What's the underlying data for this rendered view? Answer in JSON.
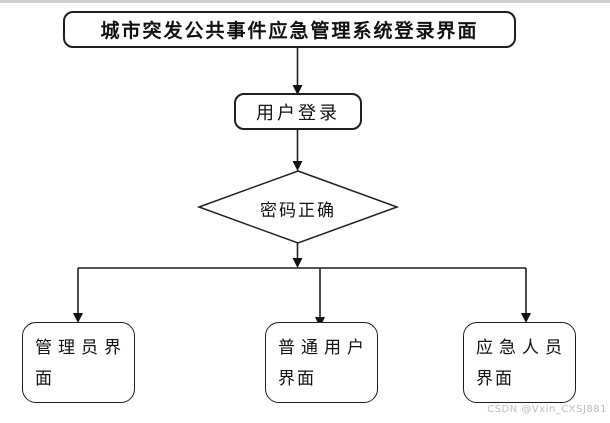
{
  "colors": {
    "background": "#ffffff",
    "line": "#1f1f1f",
    "node_border": "#1f1f1f",
    "node_fill": "#ffffff",
    "top_strip": "#d0d0d0",
    "watermark_text": "#bdbdbd"
  },
  "flowchart": {
    "nodes": {
      "title": "城市突发公共事件应急管理系统登录界面",
      "login": "用户登录",
      "decision": "密码正确"
    },
    "branches": [
      {
        "label": "管理员界面",
        "lines": [
          "管理员界",
          "面"
        ]
      },
      {
        "label": "普通用户界面",
        "lines": [
          "普通用户",
          "界面"
        ]
      },
      {
        "label": "应急人员界面",
        "lines": [
          "应急人员",
          "界面"
        ]
      }
    ]
  },
  "watermark": {
    "text": "CSDN @Vxin_CXSJ881"
  }
}
